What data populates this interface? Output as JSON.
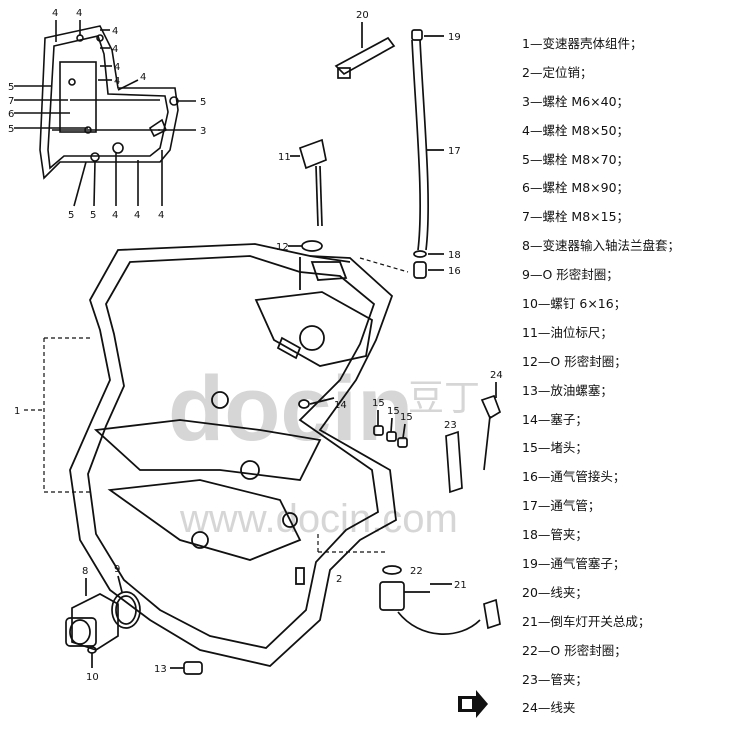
{
  "callouts": {
    "c1": "1",
    "c2": "2",
    "c3": "3",
    "c4": "4",
    "c5": "5",
    "c6": "6",
    "c7": "7",
    "c8": "8",
    "c9": "9",
    "c10": "10",
    "c11": "11",
    "c12": "12",
    "c13": "13",
    "c14": "14",
    "c15": "15",
    "c16": "16",
    "c17": "17",
    "c18": "18",
    "c19": "19",
    "c20": "20",
    "c21": "21",
    "c22": "22",
    "c23": "23",
    "c24": "24"
  },
  "watermark": {
    "brand": "docin",
    "url": "www.docin.com",
    "cn": "豆丁"
  },
  "legend": [
    {
      "num": "1",
      "name": "—变速器壳体组件；"
    },
    {
      "num": "2",
      "name": "—定位销；"
    },
    {
      "num": "3",
      "name": "—螺栓 M6×40；"
    },
    {
      "num": "4",
      "name": "—螺栓 M8×50；"
    },
    {
      "num": "5",
      "name": "—螺栓 M8×70；"
    },
    {
      "num": "6",
      "name": "—螺栓 M8×90；"
    },
    {
      "num": "7",
      "name": "—螺栓 M8×15；"
    },
    {
      "num": "8",
      "name": "—变速器输入轴法兰盘套；"
    },
    {
      "num": "9",
      "name": "—O 形密封圈；"
    },
    {
      "num": "10",
      "name": "—螺钉 6×16；"
    },
    {
      "num": "11",
      "name": "—油位标尺；"
    },
    {
      "num": "12",
      "name": "—O 形密封圈；"
    },
    {
      "num": "13",
      "name": "—放油螺塞；"
    },
    {
      "num": "14",
      "name": "—塞子；"
    },
    {
      "num": "15",
      "name": "—堵头；"
    },
    {
      "num": "16",
      "name": "—通气管接头；"
    },
    {
      "num": "17",
      "name": "—通气管；"
    },
    {
      "num": "18",
      "name": "—管夹；"
    },
    {
      "num": "19",
      "name": "—通气管塞子；"
    },
    {
      "num": "20",
      "name": "—线夹；"
    },
    {
      "num": "21",
      "name": "—倒车灯开关总成；"
    },
    {
      "num": "22",
      "name": "—O 形密封圈；"
    },
    {
      "num": "23",
      "name": "—管夹；"
    },
    {
      "num": "24",
      "name": "—线夹"
    }
  ]
}
